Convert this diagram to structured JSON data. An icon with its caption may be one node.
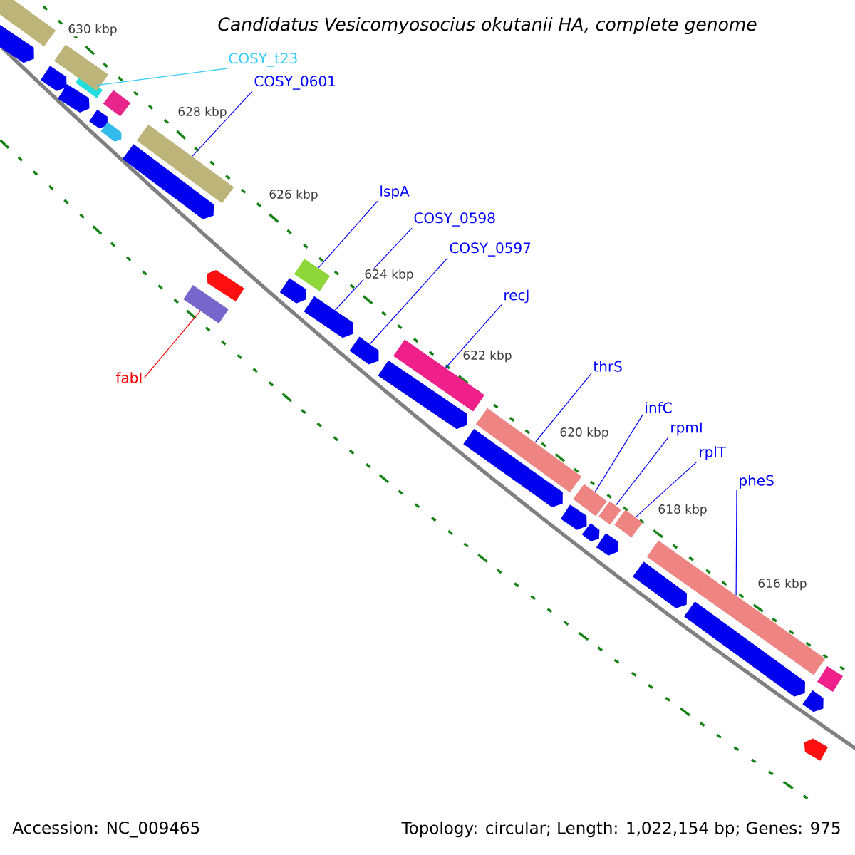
{
  "diagram": {
    "title": "Candidatus Vesicomyosocius okutanii HA, complete genome",
    "nodes": [
      {
        "text": [
          "COSY_t23"
        ]
      },
      {
        "text": [
          "COSY_0601"
        ]
      },
      {
        "text": [
          "lspA"
        ]
      },
      {
        "text": [
          "COSY_0598"
        ]
      },
      {
        "text": [
          "COSY_0597"
        ]
      },
      {
        "text": [
          "recJ"
        ]
      },
      {
        "text": [
          "thrS"
        ]
      },
      {
        "text": [
          "infC"
        ]
      },
      {
        "text": [
          "rpmI"
        ]
      },
      {
        "text": [
          "rplT"
        ]
      },
      {
        "text": [
          "pheS"
        ]
      },
      {
        "text": [
          "fabI"
        ]
      },
      {
        "text": [],
        "shape": "bar"
      },
      {
        "text": [],
        "shape": "bar"
      },
      {
        "text": [],
        "shape": "bar"
      },
      {
        "text": [],
        "shape": "bar"
      },
      {
        "text": [],
        "shape": "bar"
      },
      {
        "text": [],
        "shape": "bar"
      },
      {
        "text": [],
        "shape": "bar"
      },
      {
        "text": [],
        "shape": "bar"
      },
      {
        "text": [],
        "shape": "bar"
      },
      {
        "text": [],
        "shape": "bar"
      },
      {
        "text": [],
        "shape": "bar"
      },
      {
        "text": [],
        "shape": "bar"
      },
      {
        "text": [],
        "shape": "bar"
      },
      {
        "text": [],
        "shape": "bar"
      },
      {
        "text": [],
        "shape": "bar"
      },
      {
        "text": [],
        "shape": "bar"
      },
      {
        "text": [],
        "shape": "bar"
      },
      {
        "text": [],
        "shape": "bar"
      },
      {
        "text": [],
        "shape": "bar"
      },
      {
        "text": [],
        "shape": "bar"
      },
      {
        "text": [],
        "shape": "bar"
      },
      {
        "text": [],
        "shape": "bar"
      },
      {
        "text": [],
        "shape": "bar"
      },
      {
        "text": [],
        "shape": "bar"
      },
      {
        "text": [],
        "shape": "bar"
      },
      {
        "text": [],
        "shape": "bar"
      },
      {
        "text": [],
        "shape": "bar"
      },
      {
        "text": [],
        "shape": "bar"
      },
      {
        "text": [],
        "shape": "bar"
      },
      {
        "text": [],
        "shape": "bar"
      },
      {
        "text": [],
        "shape": "bar"
      },
      {
        "text": [],
        "shape": "bar"
      },
      {
        "text": [],
        "shape": "bar"
      }
    ],
    "edges": [
      {
        "from": 0,
        "to": 12,
        "arrow": "none",
        "color": "#33ccff"
      },
      {
        "from": 1,
        "to": 13,
        "arrow": "none"
      },
      {
        "from": 2,
        "to": 14,
        "arrow": "none"
      },
      {
        "from": 3,
        "to": 15,
        "arrow": "none"
      },
      {
        "from": 4,
        "to": 16,
        "arrow": "none"
      },
      {
        "from": 5,
        "to": 17,
        "arrow": "none"
      },
      {
        "from": 6,
        "to": 18,
        "arrow": "none"
      },
      {
        "from": 7,
        "to": 19,
        "arrow": "none"
      },
      {
        "from": 8,
        "to": 20,
        "arrow": "none"
      },
      {
        "from": 9,
        "to": 21,
        "arrow": "none"
      },
      {
        "from": 10,
        "to": 22,
        "arrow": "none"
      },
      {
        "from": 11,
        "to": 23,
        "arrow": "none",
        "color": "#ff0000"
      }
    ],
    "labels": [
      "630 kbp",
      "628 kbp",
      "626 kbp",
      "624 kbp",
      "622 kbp",
      "620 kbp",
      "618 kbp",
      "616 kbp",
      "Accession: NC_009465",
      "Topology: circular; Length: 1,022,154 bp; Genes: 975"
    ]
  }
}
